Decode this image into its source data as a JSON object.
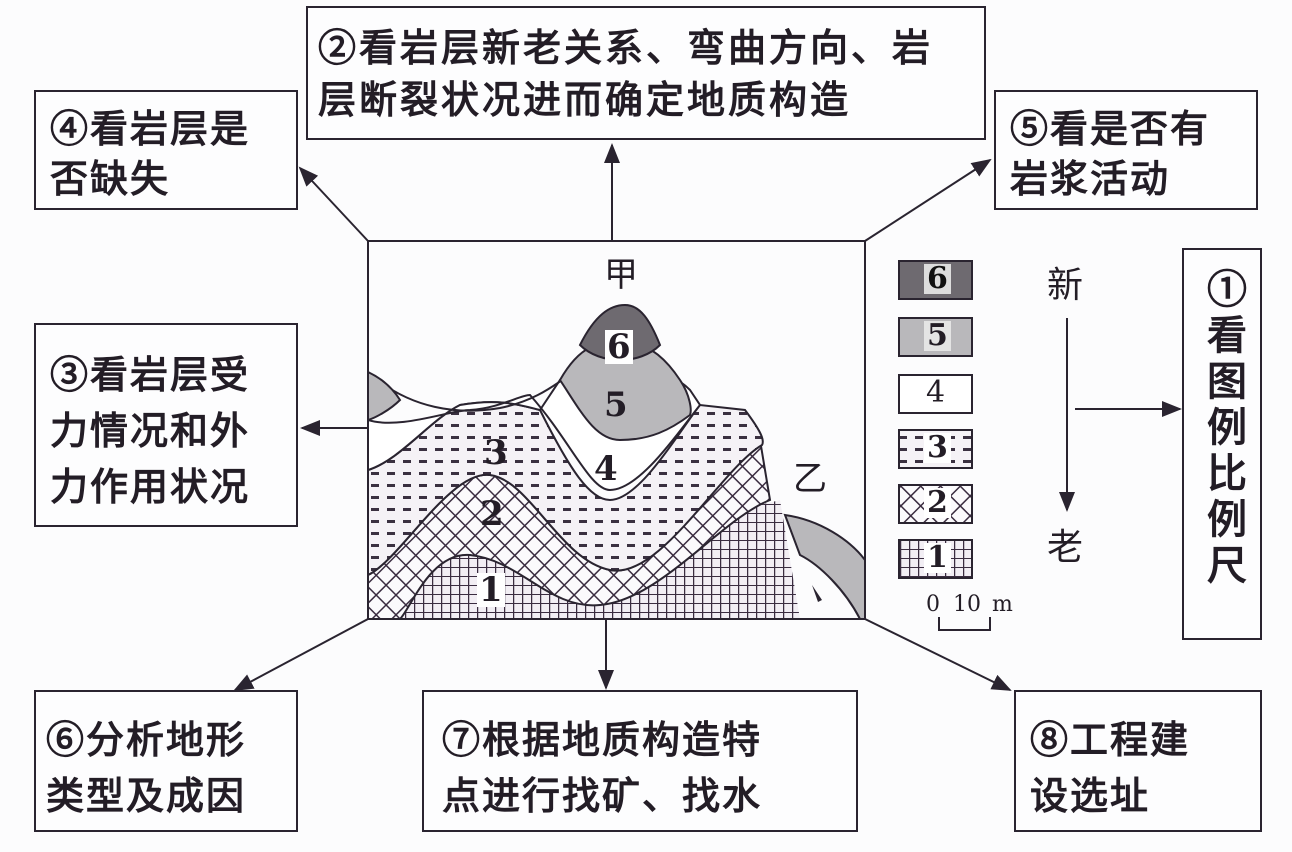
{
  "boxes": {
    "b1": {
      "num": "①",
      "lines": [
        "看图例比例尺"
      ]
    },
    "b2": {
      "num": "②",
      "lines": [
        "看岩层新老关系、弯曲方向、岩",
        "层断裂状况进而确定地质构造"
      ]
    },
    "b3": {
      "num": "③",
      "lines": [
        "看岩层受",
        "力情况和外",
        "力作用状况"
      ]
    },
    "b4": {
      "num": "④",
      "lines": [
        "看岩层是",
        "否缺失"
      ]
    },
    "b5": {
      "num": "⑤",
      "lines": [
        "看是否有",
        "岩浆活动"
      ]
    },
    "b6": {
      "num": "⑥",
      "lines": [
        "分析地形",
        "类型及成因"
      ]
    },
    "b7": {
      "num": "⑦",
      "lines": [
        "根据地质构造特",
        "点进行找矿、找水"
      ]
    },
    "b8": {
      "num": "⑧",
      "lines": [
        "工程建",
        "设选址"
      ]
    }
  },
  "section": {
    "point_a": "甲",
    "point_b": "乙",
    "layer_labels": [
      "1",
      "2",
      "3",
      "4",
      "5",
      "6"
    ]
  },
  "legend": {
    "items": [
      {
        "label": "6",
        "pattern": "dark-gray"
      },
      {
        "label": "5",
        "pattern": "light-gray"
      },
      {
        "label": "4",
        "pattern": "white"
      },
      {
        "label": "3",
        "pattern": "dashed-lines"
      },
      {
        "label": "2",
        "pattern": "diagonal-crosshatch"
      },
      {
        "label": "1",
        "pattern": "grid"
      }
    ],
    "age_new": "新",
    "age_old": "老",
    "scale": {
      "zero": "0",
      "ten": "10",
      "unit": "m"
    }
  },
  "colors": {
    "dark_gray": "#6e6a70",
    "light_gray": "#b9b8bb",
    "line": "#2a2430"
  }
}
